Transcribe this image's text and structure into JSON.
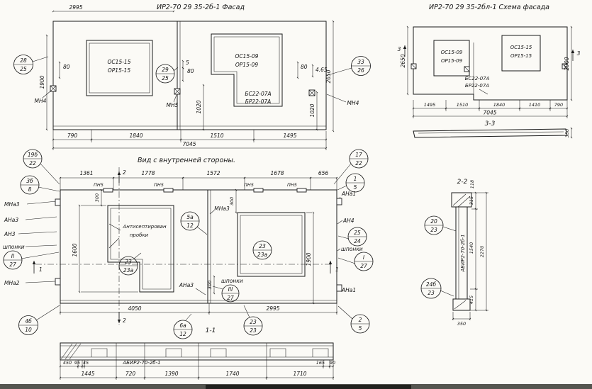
{
  "facade": {
    "title": "ИР2-70 29 35-2б-1  Фасад",
    "w2995": "2995",
    "winL1": "ОС15-15",
    "winL2": "ОР15-15",
    "winR1": "ОС15-09",
    "winR2": "ОР15-09",
    "sill1": "БС22-07А",
    "sill2": "БР22-07А",
    "mn4l": "МН4",
    "mn5": "МН5",
    "mn4r": "МН4",
    "d80l": "80",
    "d5": "5",
    "d80m": "80",
    "d80r": "80",
    "d65": "4.65",
    "v1020a": "1020",
    "v1020b": "1020",
    "v1900": "1900",
    "v2650": "2650",
    "b0": "790",
    "b1": "1840",
    "b2": "1510",
    "b3": "1495",
    "total": "7045"
  },
  "scheme": {
    "title": "ИР2-70 29 35-2бл-1  Схема фасада",
    "winL1": "ОС15-09",
    "winL2": "ОР15-09",
    "winR1": "ОС15-15",
    "winR2": "ОР15-15",
    "sill1": "БС22-07А",
    "sill2": "БР22-07А",
    "cut3": "3",
    "v2650": "2650",
    "v2900": "2900",
    "b0": "1495",
    "b1": "1510",
    "b2": "1840",
    "b3": "1410",
    "b4": "790",
    "total": "7045",
    "sec": "3-3",
    "v350": "350"
  },
  "inner": {
    "title": "Вид с внутренней стороны.",
    "t0": "1361",
    "t1": "1778",
    "t2": "1572",
    "t3": "1678",
    "t4": "656",
    "pn": "ПН5",
    "mna3": "МНа3",
    "ana3": "АНа3",
    "an3": "АН3",
    "shp": "шпонки",
    "mna2": "МНа2",
    "ana1": "АНа1",
    "an4": "АН4",
    "shp2": "шпонки",
    "ana1b": "АНа1",
    "mna3b": "МНа3",
    "ana3b": "АНа3",
    "shp3": "шпонки",
    "note1": "Антисептирован",
    "note2": "пробки",
    "v1600": "1600",
    "v1900": "1900",
    "d300": "300",
    "b0": "4050",
    "b1": "2995",
    "cut1": "1",
    "cut2": "2",
    "sec": "1-1"
  },
  "s22": {
    "sec": "2-2",
    "part": "АБИР2-70-2б-1",
    "d118": "118",
    "d315": "315",
    "d1540": "1540",
    "d2270": "2270",
    "d415": "415",
    "d350": "350"
  },
  "s11": {
    "part": "АБИР2-70-2б-1",
    "r1a": "450",
    "r1b": "95",
    "r1c": "45",
    "r1d": "165",
    "r1e": "90",
    "r2a": "1445",
    "r2b": "720",
    "r2c": "1390",
    "r2d": "1740",
    "r2e": "1710"
  },
  "c": {
    "f28": {
      "t": "28",
      "b": "25"
    },
    "f29": {
      "t": "29",
      "b": "25"
    },
    "f33": {
      "t": "33",
      "b": "26"
    },
    "i19": {
      "t": "19б",
      "b": "22"
    },
    "i3d": {
      "t": "3б",
      "b": "8"
    },
    "iII": {
      "t": "II",
      "b": "27"
    },
    "i4d": {
      "t": "4б",
      "b": "10"
    },
    "i17": {
      "t": "17",
      "b": "22"
    },
    "i15": {
      "t": "1",
      "b": "5"
    },
    "i25": {
      "t": "25",
      "b": "24"
    },
    "iI": {
      "t": "I",
      "b": "27"
    },
    "i5a": {
      "t": "5а",
      "b": "12"
    },
    "i23l": {
      "t": "23",
      "b": "23а"
    },
    "i23r": {
      "t": "23",
      "b": "23а"
    },
    "iIII": {
      "t": "III",
      "b": "27"
    },
    "i6a": {
      "t": "6а",
      "b": "12"
    },
    "i2323": {
      "t": "23",
      "b": "23"
    },
    "i25b": {
      "t": "2",
      "b": "5"
    },
    "s20": {
      "t": "20",
      "b": "23"
    },
    "s24": {
      "t": "24б",
      "b": "23"
    }
  }
}
